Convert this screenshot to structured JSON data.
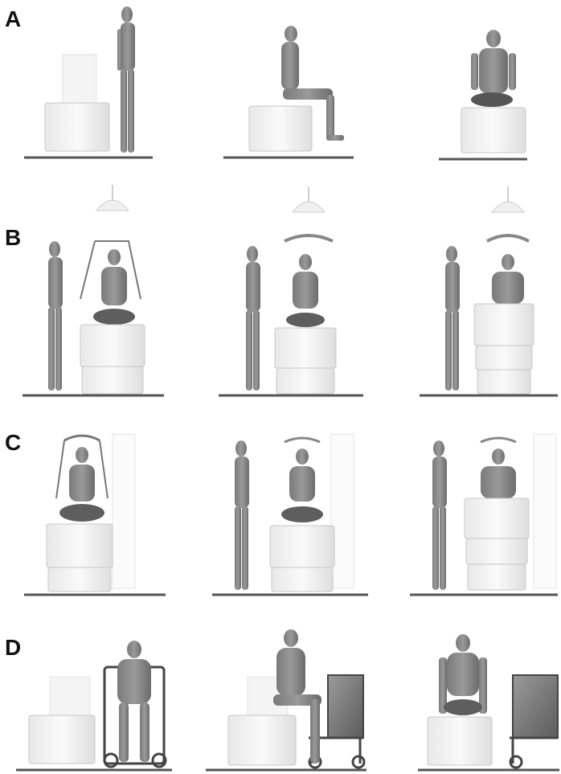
{
  "rows": [
    {
      "label": "A"
    },
    {
      "label": "B"
    },
    {
      "label": "C"
    },
    {
      "label": "D"
    }
  ],
  "colors": {
    "figure_gray": "#8a8a8a",
    "figure_dark": "#6e6e6e",
    "base_fill": "#f2f2f2",
    "base_stroke": "#c8c8c8",
    "floor": "#555555",
    "panel_dark": "#7a7a7a"
  }
}
